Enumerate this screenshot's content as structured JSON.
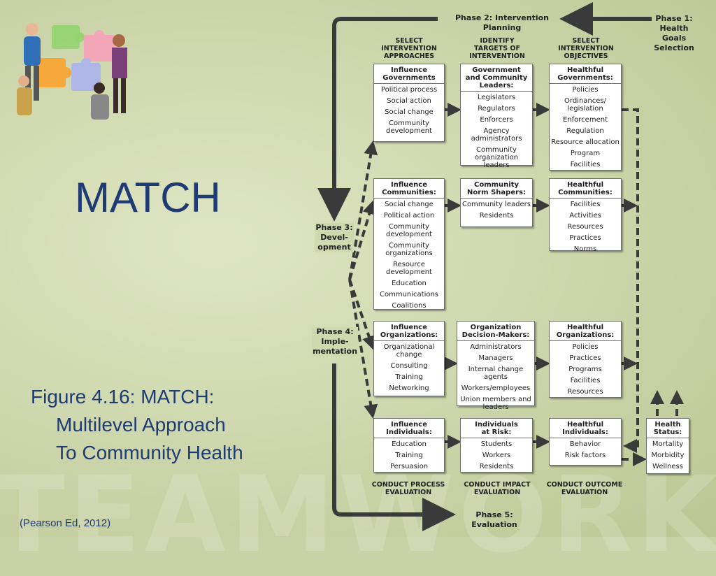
{
  "slide": {
    "title": "MATCH",
    "caption": [
      "Figure 4.16: MATCH:",
      "Multilevel Approach",
      "To Community Health"
    ],
    "source": "(Pearson Ed, 2012)",
    "watermark": "TEAMWORK"
  },
  "phases": {
    "p1": [
      "Phase 1:",
      "Health",
      "Goals",
      "Selection"
    ],
    "p2": "Phase 2: Intervention Planning",
    "p3": [
      "Phase 3:",
      "Devel-",
      "opment"
    ],
    "p4": [
      "Phase 4:",
      "Imple-",
      "mentation"
    ],
    "p5": "Phase 5: Evaluation"
  },
  "column_headers": {
    "approaches": [
      "SELECT",
      "INTERVENTION",
      "APPROACHES"
    ],
    "targets": [
      "IDENTIFY",
      "TARGETS OF",
      "INTERVENTION"
    ],
    "objectives": [
      "SELECT",
      "INTERVENTION",
      "OBJECTIVES"
    ]
  },
  "evaluation_labels": {
    "process": [
      "CONDUCT PROCESS",
      "EVALUATION"
    ],
    "impact": [
      "CONDUCT IMPACT",
      "EVALUATION"
    ],
    "outcome": [
      "CONDUCT OUTCOME",
      "EVALUATION"
    ]
  },
  "boxes": {
    "influence_governments": {
      "header": [
        "Influence",
        "Governments"
      ],
      "items": [
        "Political process",
        "Social action",
        "Social change",
        "Community development"
      ]
    },
    "government_leaders": {
      "header": [
        "Government",
        "and Community",
        "Leaders:"
      ],
      "items": [
        "Legislators",
        "Regulators",
        "Enforcers",
        "Agency administrators",
        "Community organization leaders"
      ]
    },
    "healthful_governments": {
      "header": [
        "Healthful",
        "Governments:"
      ],
      "items": [
        "Policies",
        "Ordinances/ legislation",
        "Enforcement",
        "Regulation",
        "Resource allocation",
        "Program",
        "Facilities"
      ]
    },
    "influence_communities": {
      "header": [
        "Influence",
        "Communities:"
      ],
      "items": [
        "Social change",
        "Political action",
        "Community development",
        "Community organizations",
        "Resource development",
        "Education",
        "Communications",
        "Coalitions"
      ]
    },
    "norm_shapers": {
      "header": [
        "Community",
        "Norm Shapers:"
      ],
      "items": [
        "Community leaders",
        "Residents"
      ]
    },
    "healthful_communities": {
      "header": [
        "Healthful",
        "Communities:"
      ],
      "items": [
        "Facilities",
        "Activities",
        "Resources",
        "Practices",
        "Norms"
      ]
    },
    "influence_organizations": {
      "header": [
        "Influence",
        "Organizations:"
      ],
      "items": [
        "Organizational change",
        "Consulting",
        "Training",
        "Networking"
      ]
    },
    "org_decision_makers": {
      "header": [
        "Organization",
        "Decision-Makers:"
      ],
      "items": [
        "Administrators",
        "Managers",
        "Internal change agents",
        "Workers/employees",
        "Union members and leaders"
      ]
    },
    "healthful_organizations": {
      "header": [
        "Healthful",
        "Organizations:"
      ],
      "items": [
        "Policies",
        "Practices",
        "Programs",
        "Facilities",
        "Resources"
      ]
    },
    "influence_individuals": {
      "header": [
        "Influence",
        "Individuals:"
      ],
      "items": [
        "Education",
        "Training",
        "Persuasion"
      ]
    },
    "individuals_at_risk": {
      "header": [
        "Individuals",
        "at Risk:"
      ],
      "items": [
        "Students",
        "Workers",
        "Residents"
      ]
    },
    "healthful_individuals": {
      "header": [
        "Healthful",
        "Individuals:"
      ],
      "items": [
        "Behavior",
        "Risk factors"
      ]
    },
    "health_status": {
      "header": [
        "Health",
        "Status:"
      ],
      "items": [
        "Mortality",
        "Morbidity",
        "Wellness"
      ]
    }
  },
  "colors": {
    "title": "#1f3b73",
    "arrow": "#3a3a3a",
    "box_border": "#6f6f6f"
  }
}
